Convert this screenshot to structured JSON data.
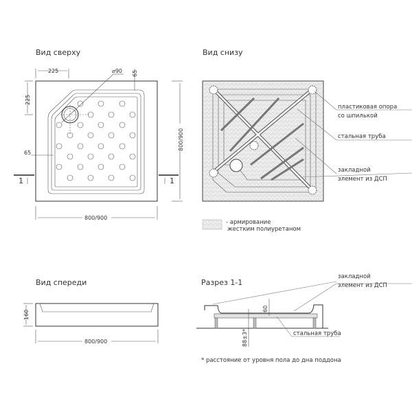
{
  "views": {
    "top": {
      "title": "Вид сверху",
      "dim_225_h": "225",
      "dim_225_v": "225",
      "dim_d90": "⌀90",
      "dim_65_top": "65",
      "dim_65_left": "65",
      "dim_width": "800/900",
      "dim_height": "800/900",
      "section_mark": "1"
    },
    "bottom": {
      "title": "Вид снизу",
      "label_support_1": "пластиковая опора",
      "label_support_2": "со шпилькой",
      "label_pipe": "стальная труба",
      "label_insert_1": "закладной",
      "label_insert_2": "элемент из ДСП",
      "legend_1": "- армирование",
      "legend_2": "жестким полиуретаном"
    },
    "front": {
      "title": "Вид спереди",
      "dim_height": "160",
      "dim_width": "800/900"
    },
    "section": {
      "title": "Разрез 1-1",
      "label_insert_1": "закладной",
      "label_insert_2": "элемент из ДСП",
      "dim_60": "60",
      "dim_88": "88±3*",
      "label_pipe": "стальная труба",
      "footnote": "* расстояние от уровня пола до дна поддона"
    }
  }
}
